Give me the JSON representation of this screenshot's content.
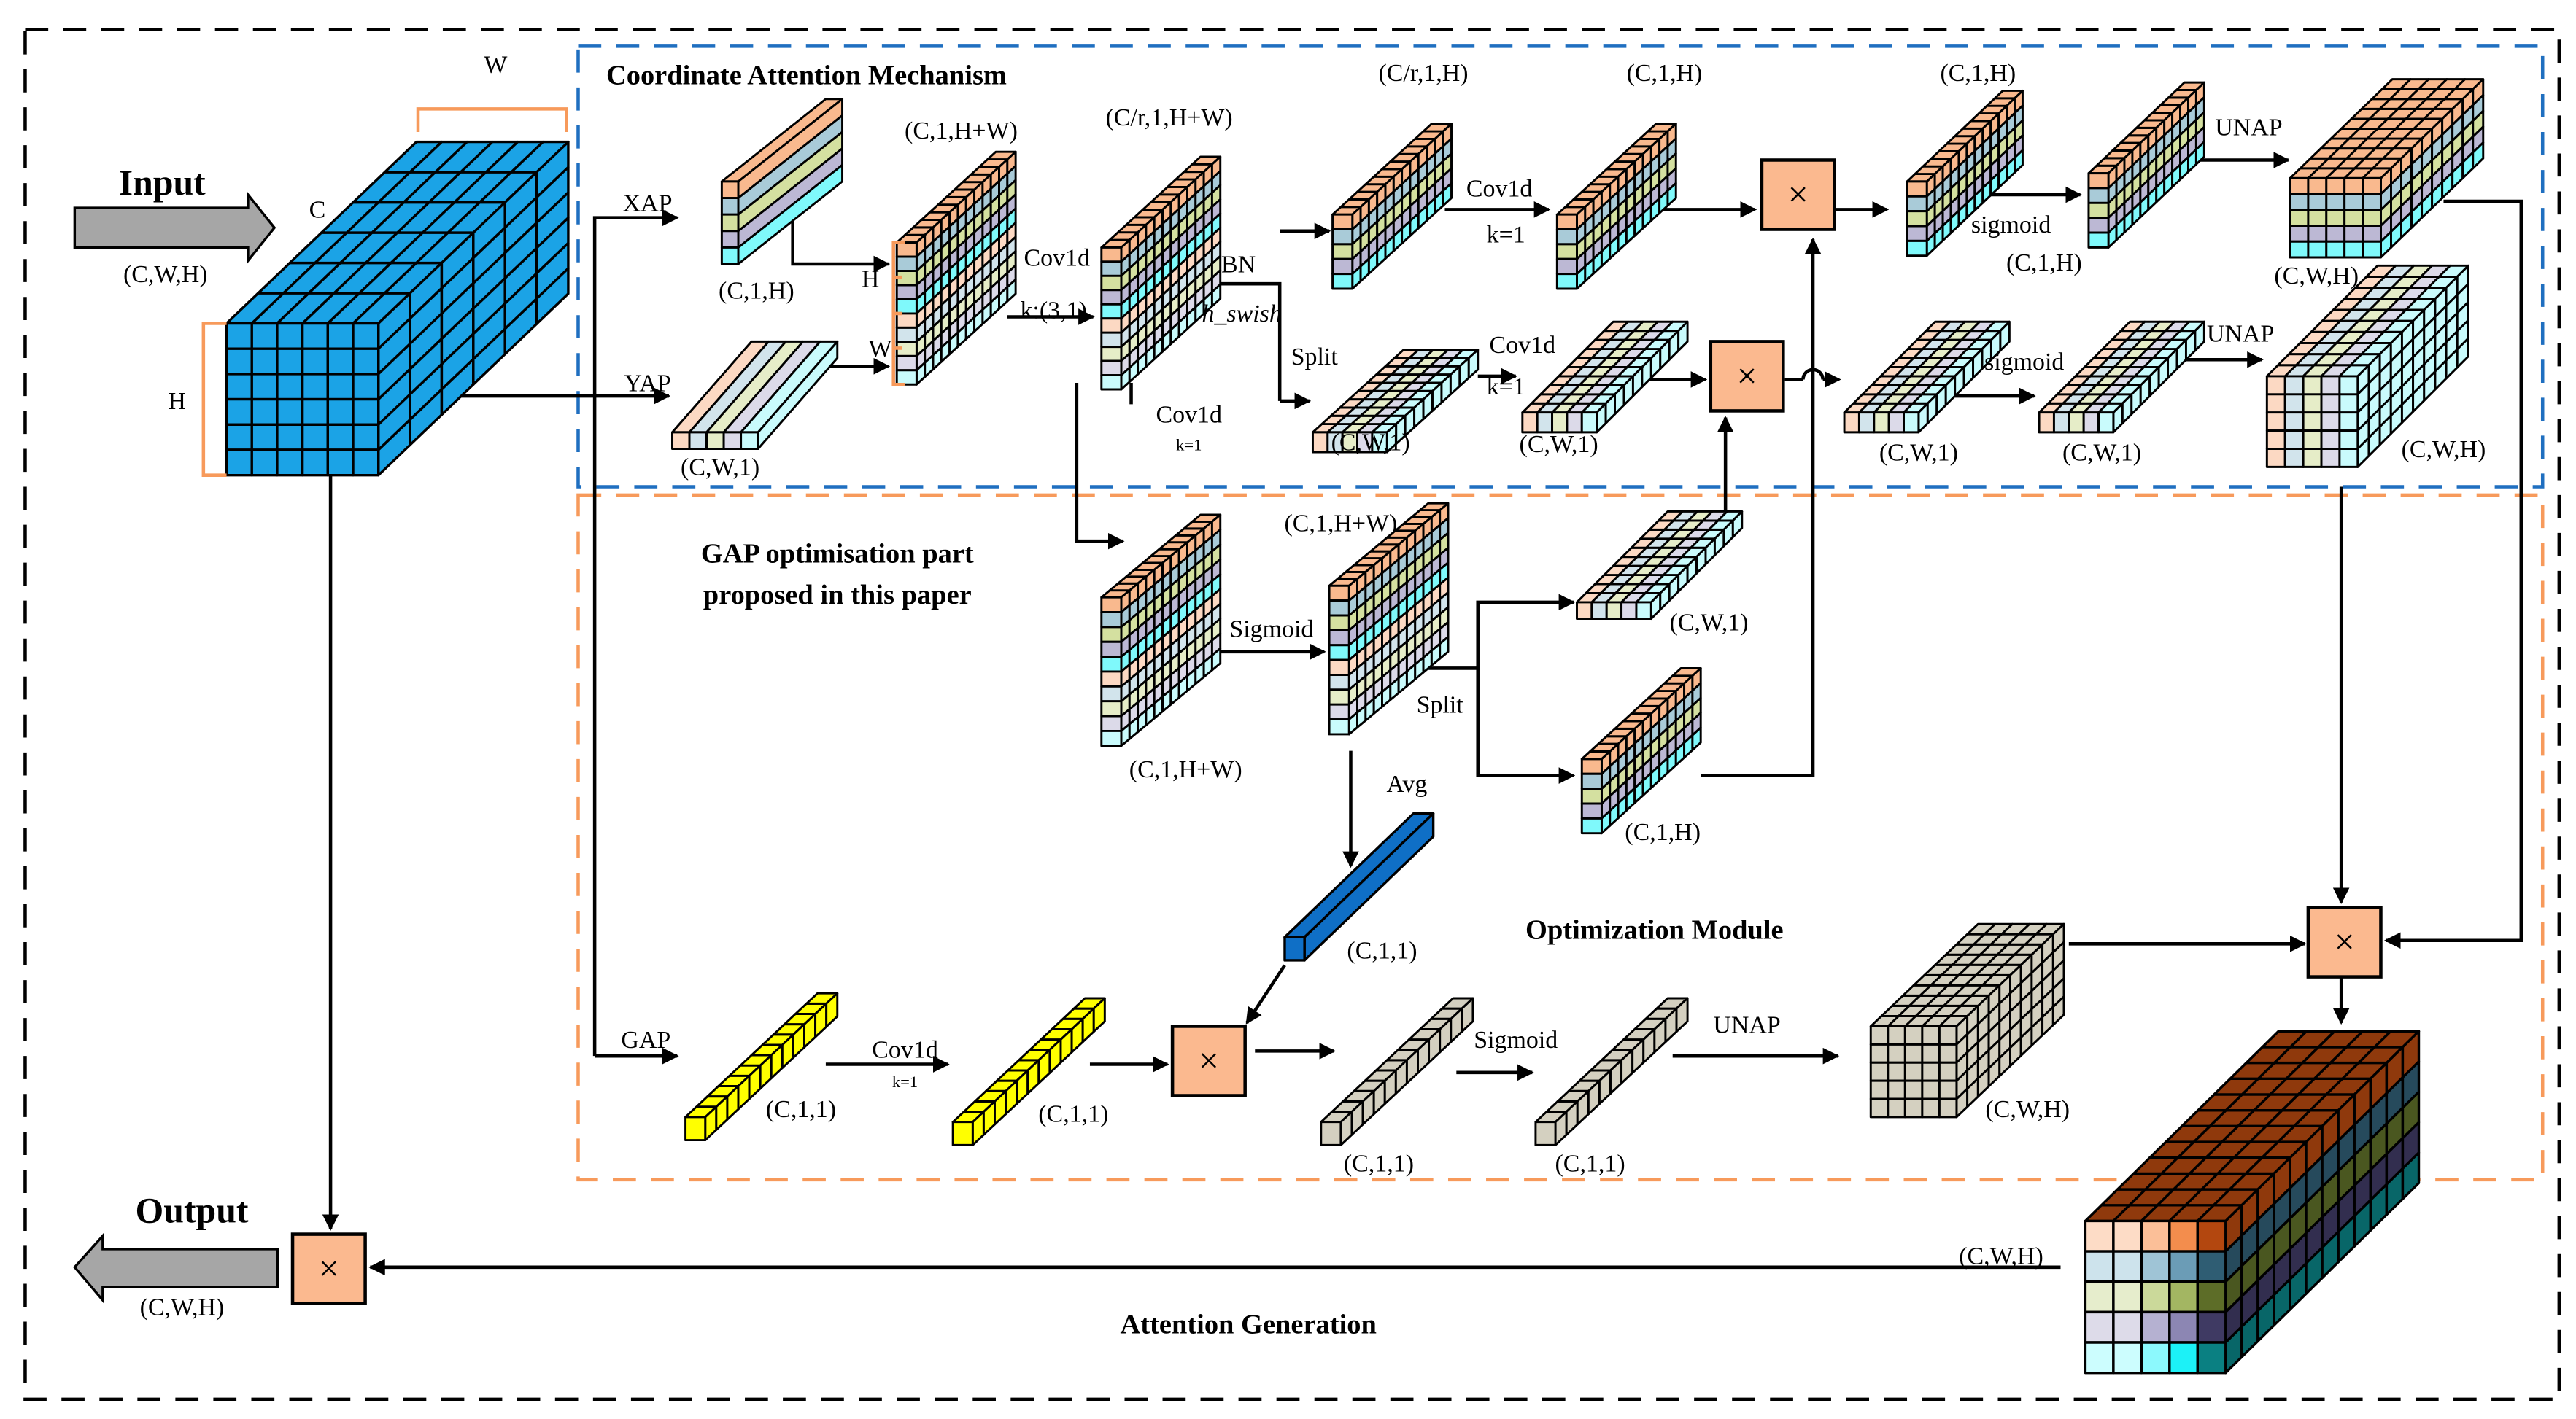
{
  "colors": {
    "input_cube": "#1ba3e6",
    "multiply_box": "#fbb98f",
    "blue_border": "#1f6fc0",
    "orange_border": "#f79a5b",
    "yellow_bar": "#ffff00",
    "gray_bar": "#d4d0c0",
    "avg_bar": "#0f6fc6",
    "row_palette": [
      "#f9b98e",
      "#a9cbd8",
      "#d4e0a0",
      "#bcb8d4",
      "#7ff9fb"
    ],
    "light_palette": [
      "#fcd9c3",
      "#d2e4ec",
      "#e6edc8",
      "#dcdae9",
      "#c9fbfc"
    ]
  },
  "icons": {
    "multiply": "×",
    "arrow": "arrow-right-icon"
  },
  "input": {
    "title": "Input",
    "shape": "(C,W,H)",
    "dim_w": "W",
    "dim_c": "C",
    "dim_h": "H"
  },
  "output": {
    "title": "Output",
    "shape": "(C,W,H)"
  },
  "coordinate_attention": {
    "title": "Coordinate Attention Mechanism",
    "xap": "XAP",
    "yap": "YAP",
    "xap_shape": "(C,1,H)",
    "yap_shape": "(C,W,1)",
    "concat_h": "H",
    "concat_w": "W",
    "concat_shape": "(C,1,H+W)",
    "conv_label": "Cov1d",
    "conv_kernel": "k:(3,1)",
    "reduced_shape": "(C/r,1,H+W)",
    "bn": "BN",
    "activation": "h_swish",
    "split": "Split",
    "side_conv": "Cov1d",
    "side_conv_k": "k=1",
    "h_branch": {
      "reduced_shape": "(C/r,1,H)",
      "conv": "Cov1d",
      "conv_k": "k=1",
      "conv_shape": "(C,1,H)",
      "mult_shape": "(C,1,H)",
      "sigmoid": "sigmoid",
      "sigmoid_shape": "(C,1,H)",
      "unap": "UNAP",
      "out_shape": "(C,W,H)"
    },
    "w_branch": {
      "reduced_shape": "(C,W,1)",
      "conv": "Cov1d",
      "conv_k": "k=1",
      "conv_shape": "(C,W,1)",
      "mult_shape": "(C,W,1)",
      "sigmoid": "sigmoid",
      "sigmoid_shape": "(C,W,1)",
      "unap": "UNAP",
      "out_shape": "(C,W,H)"
    }
  },
  "gap_part": {
    "title_line1": "GAP optimisation part",
    "title_line2": "proposed in this paper",
    "in_shape": "(C,1,H+W)",
    "sigmoid": "Sigmoid",
    "sig_shape": "(C,1,H+W)",
    "split": "Split",
    "w_shape": "(C,W,1)",
    "h_shape": "(C,1,H)",
    "avg": "Avg",
    "avg_shape": "(C,1,1)"
  },
  "optimization_module": {
    "title": "Optimization Module",
    "gap": "GAP",
    "gap_shape": "(C,1,1)",
    "conv": "Cov1d",
    "conv_k": "k=1",
    "conv_shape": "(C,1,1)",
    "mult_shape": "(C,1,1)",
    "sigmoid": "Sigmoid",
    "sig_shape": "(C,1,1)",
    "unap": "UNAP",
    "out_shape": "(C,W,H)"
  },
  "attention_generation": {
    "title": "Attention Generation",
    "shape": "(C,W,H)"
  }
}
